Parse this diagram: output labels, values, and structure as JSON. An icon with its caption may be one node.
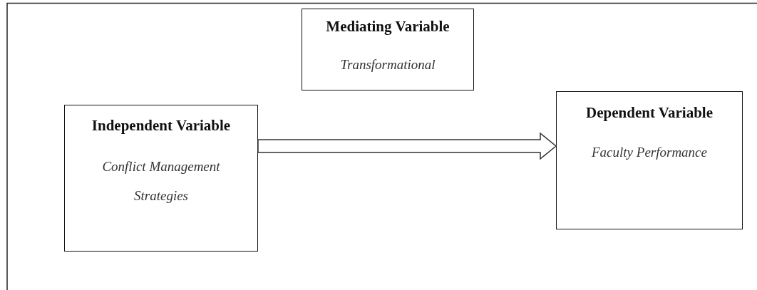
{
  "diagram": {
    "nodes": [
      {
        "text": [
          "Mediating Variable",
          "Transformational"
        ]
      },
      {
        "text": [
          "Independent Variable",
          "Conflict Management Strategies"
        ]
      },
      {
        "text": [
          "Dependent Variable",
          "Faculty Performance"
        ]
      }
    ],
    "edges": [
      {
        "from": 1,
        "to": 2,
        "arrow": "to"
      }
    ]
  }
}
